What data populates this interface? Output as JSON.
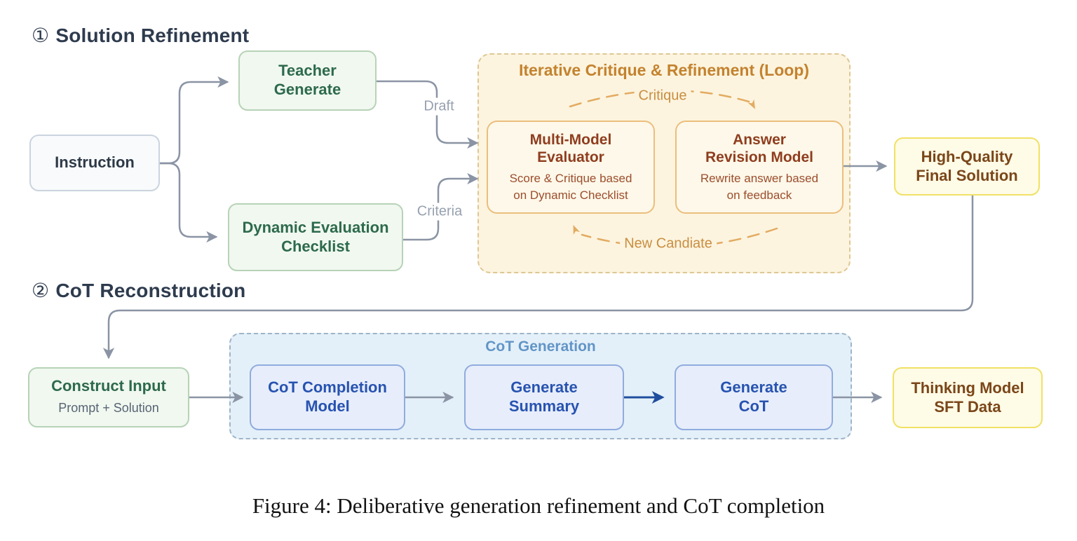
{
  "sections": {
    "s1": {
      "num": "①",
      "title": "Solution Refinement"
    },
    "s2": {
      "num": "②",
      "title": "CoT Reconstruction"
    }
  },
  "nodes": {
    "instruction": {
      "label": "Instruction"
    },
    "teacher_generate": {
      "label": "Teacher\nGenerate"
    },
    "dynamic_checklist": {
      "label": "Dynamic Evaluation\nChecklist"
    },
    "multi_model_evaluator": {
      "title": "Multi-Model\nEvaluator",
      "subtitle": "Score & Critique based\non Dynamic Checklist"
    },
    "answer_revision_model": {
      "title": "Answer\nRevision Model",
      "subtitle": "Rewrite answer based\non feedback"
    },
    "high_quality_final_solution": {
      "label": "High-Quality\nFinal Solution"
    },
    "construct_input": {
      "title": "Construct Input",
      "subtitle": "Prompt + Solution"
    },
    "cot_completion_model": {
      "label": "CoT Completion\nModel"
    },
    "generate_summary": {
      "label": "Generate\nSummary"
    },
    "generate_cot": {
      "label": "Generate\nCoT"
    },
    "thinking_model_sft_data": {
      "label": "Thinking Model\nSFT Data"
    }
  },
  "containers": {
    "loop": {
      "title": "Iterative Critique & Refinement (Loop)"
    },
    "cot_generation": {
      "title": "CoT Generation"
    }
  },
  "edge_labels": {
    "draft": "Draft",
    "criteria": "Criteria",
    "critique": "Critique",
    "new_candidate": "New Candiate"
  },
  "caption": "Figure 4: Deliberative generation refinement and CoT completion",
  "colors": {
    "heading": "#2E3B4E",
    "connector_gray": "#8A94A4",
    "connector_blue": "#1F4E9E",
    "green_text": "#2D6A4C",
    "green_border": "#B7D3B7",
    "green_bg": "#F1F8F0",
    "loop_bg": "#FCF4DF",
    "loop_border": "#DEC795",
    "loop_title": "#C4822E",
    "arc_orange": "#E3AB61",
    "arc_text": "#C98E41",
    "rust_title": "#8F3D1F",
    "rust_subtitle": "#9C4D2D",
    "cream_box_bg": "#FDF8E9",
    "cream_box_border": "#EBBE7D",
    "yellow_bg": "#FEFBE6",
    "yellow_border": "#F0E165",
    "brown_text": "#7A4619",
    "blue_container_bg": "#E4F0F9",
    "blue_container_border": "#9FB4C8",
    "blue_container_title": "#6295C7",
    "blue_box_bg": "#E7EDFB",
    "blue_box_border": "#90ACDE",
    "blue_box_text": "#2753B0",
    "edge_label_gray": "#97A1AF"
  }
}
